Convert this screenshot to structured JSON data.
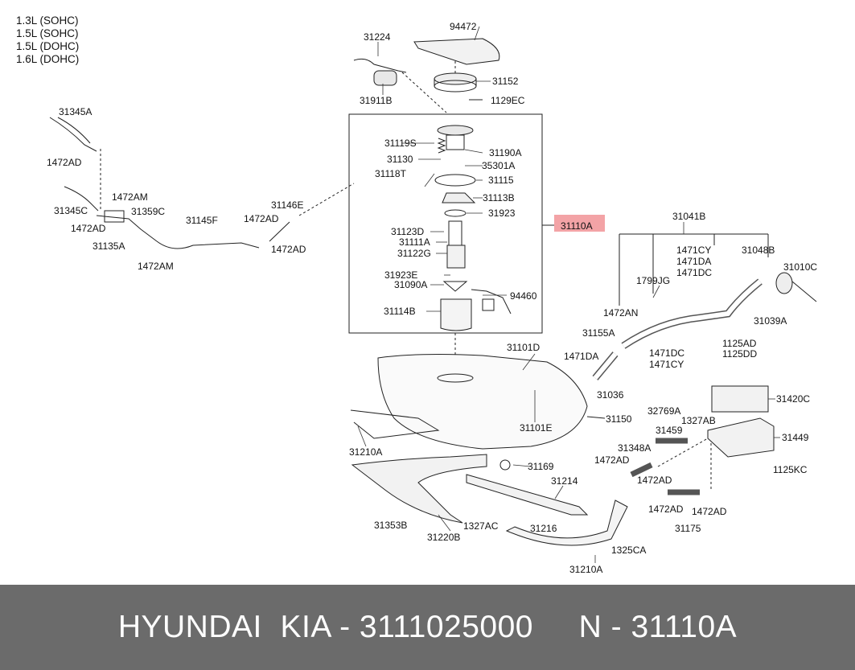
{
  "engines": [
    "1.3L (SOHC)",
    "1.5L (SOHC)",
    "1.5L (DOHC)",
    "1.6L (DOHC)"
  ],
  "highlight_part": "31110A",
  "footer": {
    "brand": "HYUNDAI  KIA",
    "part_number": "3111025000",
    "alt_number": "31110A",
    "text": "HYUNDAI  KIA - 3111025000     N - 31110A"
  },
  "colors": {
    "footer_bg": "#6b6b6b",
    "highlight": "#f3a3a6",
    "line": "#111111"
  },
  "labels": {
    "p94472": "94472",
    "p31224": "31224",
    "p31152": "31152",
    "p31911B": "31911B",
    "p1129EC": "1129EC",
    "p31345A": "31345A",
    "p31119S": "31119S",
    "p31190A": "31190A",
    "p31130": "31130",
    "p35301A": "35301A",
    "p31118T": "31118T",
    "p31115": "31115",
    "p1472AD_a": "1472AD",
    "p31113B": "31113B",
    "p1472AM_a": "1472AM",
    "p31359C": "31359C",
    "p31146E": "31146E",
    "p31923": "31923",
    "p31345C": "31345C",
    "p31145F": "31145F",
    "p1472AD_b": "1472AD",
    "p31110A": "31110A",
    "p31041B": "31041B",
    "p1472AD_c": "1472AD",
    "p31123D": "31123D",
    "p31111A": "31111A",
    "p31135A": "31135A",
    "p1472AD_d": "1472AD",
    "p31122G": "31122G",
    "p1471CY_a": "1471CY",
    "p31048B": "31048B",
    "p1471DA_a": "1471DA",
    "p1472AM_b": "1472AM",
    "p1471DC_a": "1471DC",
    "p31010C": "31010C",
    "p31923E": "31923E",
    "p1799JG": "1799JG",
    "p31090A": "31090A",
    "p94460": "94460",
    "p31114B": "31114B",
    "p1472AN": "1472AN",
    "p31039A": "31039A",
    "p31155A": "31155A",
    "p1125AD": "1125AD",
    "p1125DD": "1125DD",
    "p31101D": "31101D",
    "p1471DA_b": "1471DA",
    "p1471DC_b": "1471DC",
    "p1471CY_b": "1471CY",
    "p31036": "31036",
    "p31420C": "31420C",
    "p32769A": "32769A",
    "p1327AB": "1327AB",
    "p31150": "31150",
    "p31101E": "31101E",
    "p31459": "31459",
    "p31449": "31449",
    "p31210A_a": "31210A",
    "p31348A": "31348A",
    "p1472AD_e": "1472AD",
    "p31169": "31169",
    "p1125KC": "1125KC",
    "p1472AD_f": "1472AD",
    "p31214": "31214",
    "p1472AD_g": "1472AD",
    "p1472AD_h": "1472AD",
    "p31353B": "31353B",
    "p1327AC": "1327AC",
    "p31216": "31216",
    "p31220B": "31220B",
    "p31175": "31175",
    "p1325CA": "1325CA",
    "p31210A_b": "31210A"
  }
}
